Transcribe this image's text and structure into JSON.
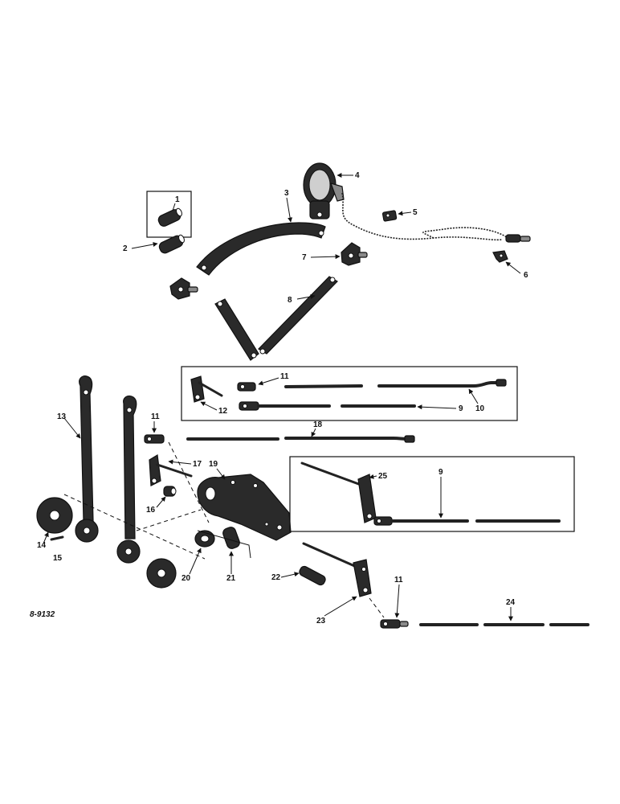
{
  "drawing_number": "8-9132",
  "callouts": {
    "c1": "1",
    "c2": "2",
    "c3": "3",
    "c4": "4",
    "c5": "5",
    "c6": "6",
    "c7": "7",
    "c8": "8",
    "c9a": "9",
    "c9b": "9",
    "c10": "10",
    "c11a": "11",
    "c11b": "11",
    "c11c": "11",
    "c12": "12",
    "c13": "13",
    "c14": "14",
    "c15": "15",
    "c16": "16",
    "c17": "17",
    "c18": "18",
    "c19": "19",
    "c20": "20",
    "c21": "21",
    "c22": "22",
    "c23": "23",
    "c24": "24",
    "c25": "25"
  }
}
